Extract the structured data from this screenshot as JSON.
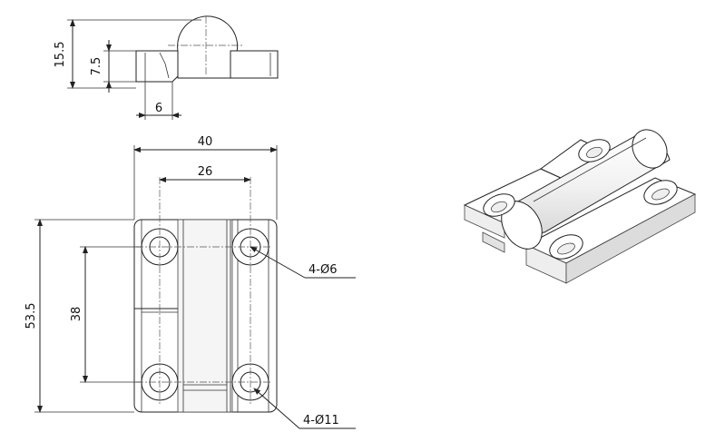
{
  "dimensions": {
    "side_height": "15.5",
    "side_knuckle_height": "7.5",
    "side_offset": "6",
    "overall_width": "40",
    "hole_spacing_x": "26",
    "overall_height": "53.5",
    "hole_spacing_y": "38",
    "hole_callout_small": "4-Ø6",
    "hole_callout_large": "4-Ø11"
  },
  "colors": {
    "line": "#222222",
    "part_fill": "#ffffff",
    "shade_fill": "#eeeeee"
  }
}
